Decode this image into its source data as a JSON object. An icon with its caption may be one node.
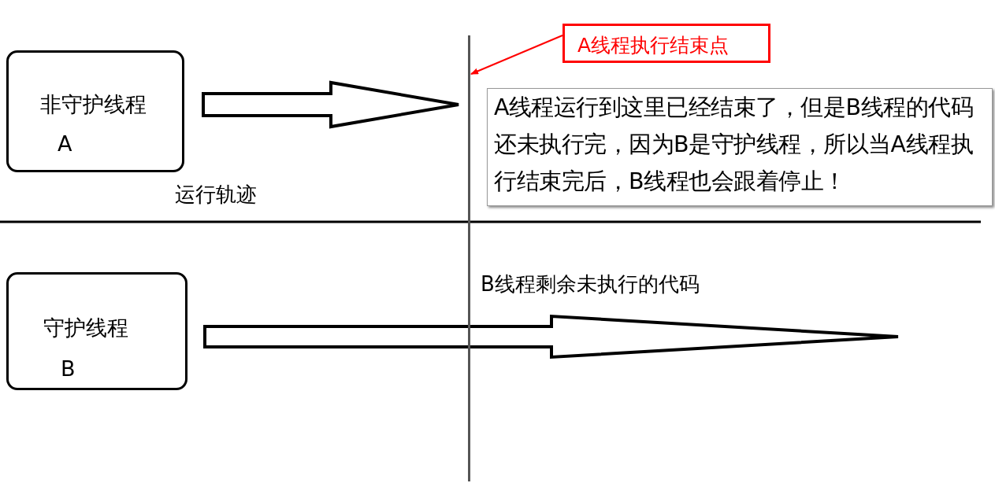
{
  "diagram": {
    "nodes": [
      {
        "text": [
          "非守护线程",
          "A"
        ]
      },
      {
        "text": [
          "守护线程",
          "B"
        ]
      },
      {
        "text": [
          "A线程执行结束点"
        ]
      },
      {
        "text": [
          "A线程运行到这里已经结束了，但是B线程的代码还未执行完，因为B是守护线程，所以当A线程执行结束完后，B线程也会跟着停止！"
        ]
      },
      {
        "text": [],
        "shape": "line"
      }
    ],
    "edges": [
      {
        "from": 0,
        "to": null,
        "arrow": "to"
      },
      {
        "from": 1,
        "to": null,
        "arrow": "to"
      },
      {
        "from": 2,
        "to": 4,
        "arrow": "to",
        "color": "#ff0000"
      }
    ],
    "labels": [
      "运行轨迹",
      "B线程剩余未执行的代码"
    ]
  }
}
